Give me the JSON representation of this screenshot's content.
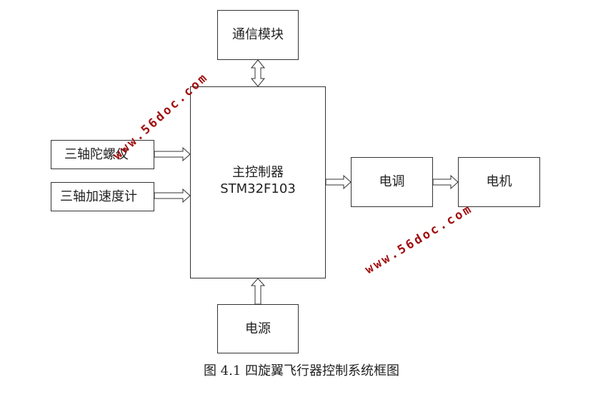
{
  "blocks": {
    "comm": "通信模块",
    "gyro": "三轴陀螺仪",
    "accel": "三轴加速度计",
    "mcu_line1": "主控制器",
    "mcu_line2": "STM32F103",
    "esc": "电调",
    "motor": "电机",
    "power": "电源"
  },
  "caption": "图 4.1 四旋翼飞行器控制系统框图",
  "watermark": "www.56doc.com",
  "colors": {
    "watermark": "#a10e0e",
    "border": "#333333"
  }
}
